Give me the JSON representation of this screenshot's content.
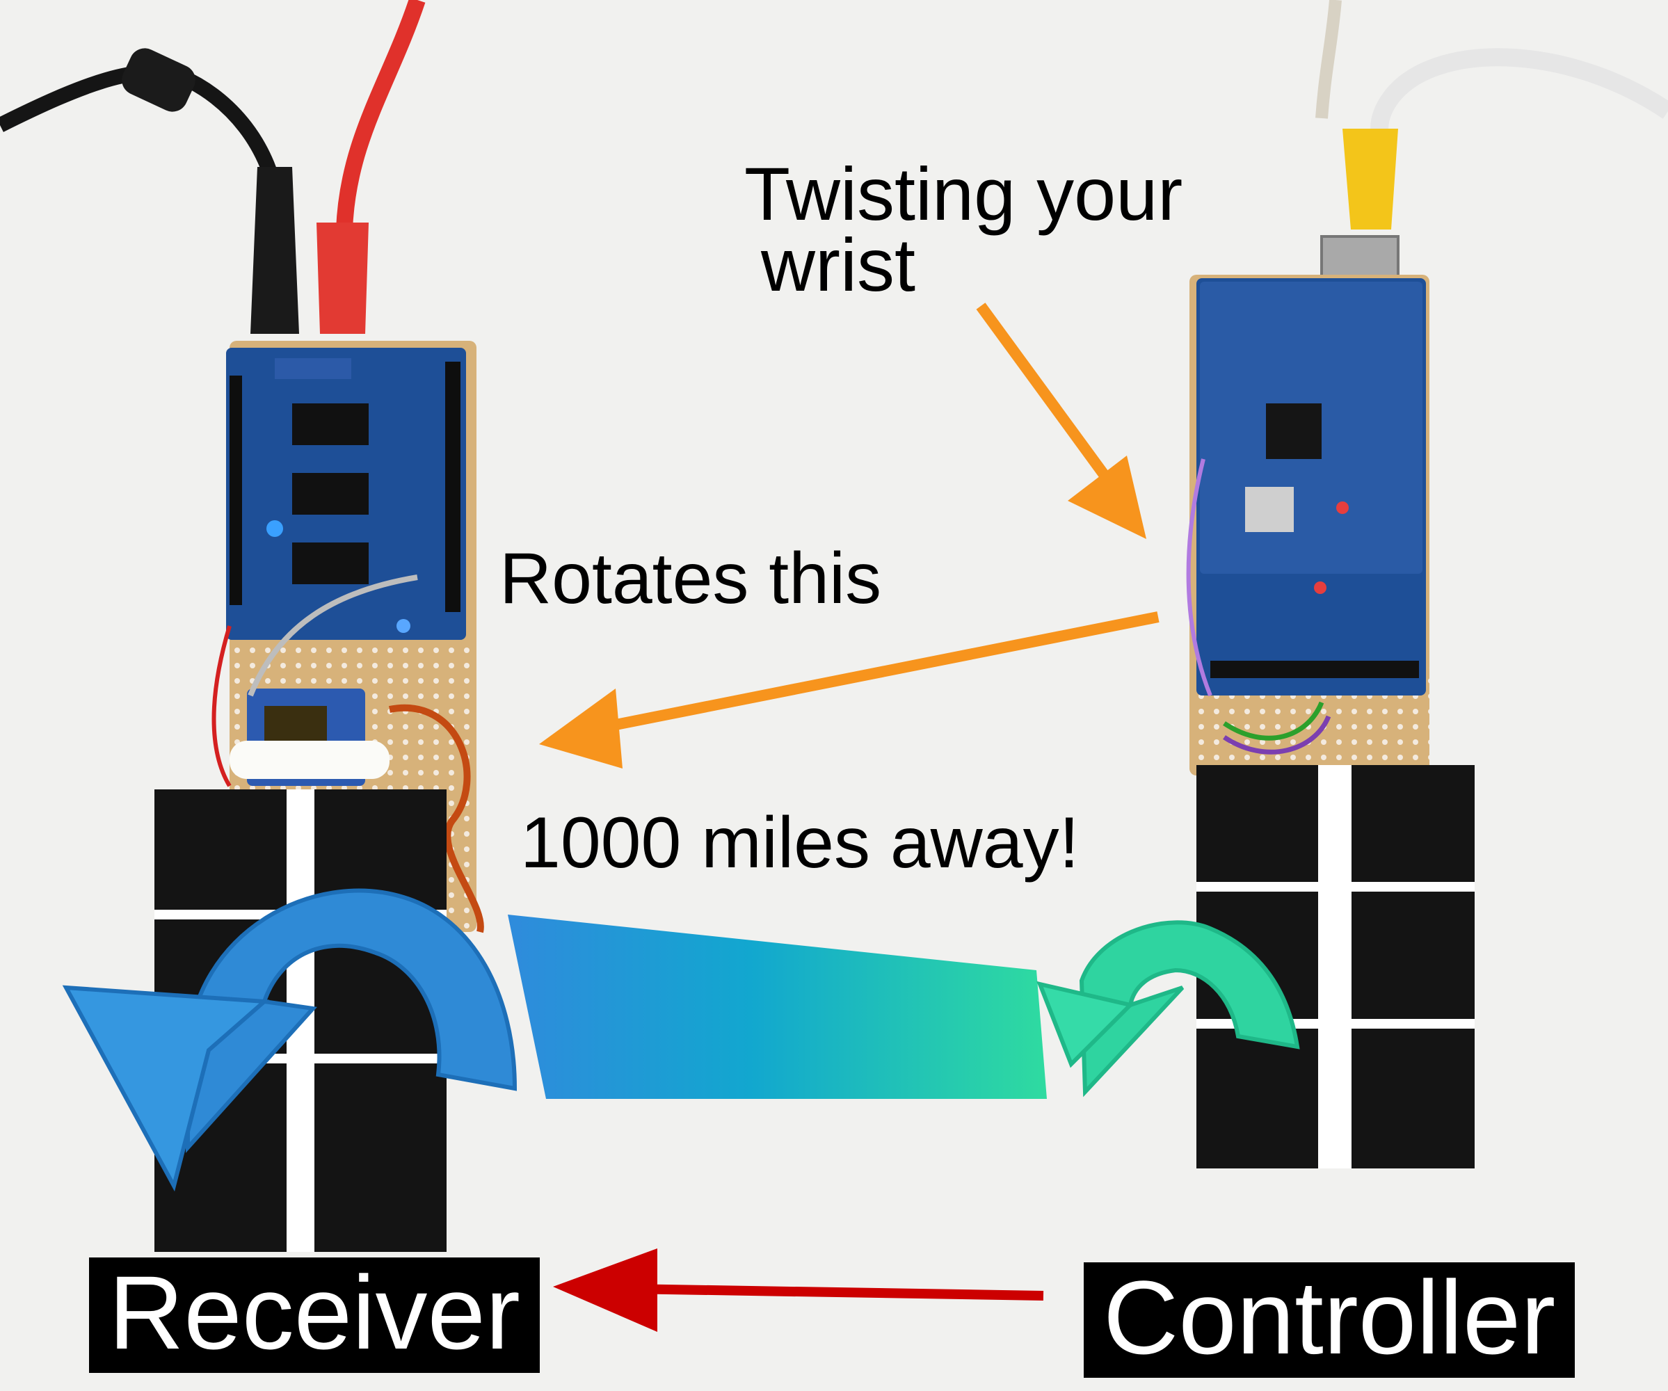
{
  "captions": {
    "twisting_line1": "Twisting your",
    "twisting_line2": "wrist",
    "rotates": "Rotates this",
    "away": "1000 miles away!"
  },
  "labels": {
    "receiver": "Receiver",
    "controller": "Controller"
  },
  "colors": {
    "orange_arrow": "#f7941d",
    "red_arrow": "#cc0000",
    "blue_arrow": "#2f8fd8",
    "green_arrow": "#2fd3a0",
    "pcb_blue": "#1f4f96",
    "perfboard": "#d8b27a",
    "card_black": "#141414"
  }
}
